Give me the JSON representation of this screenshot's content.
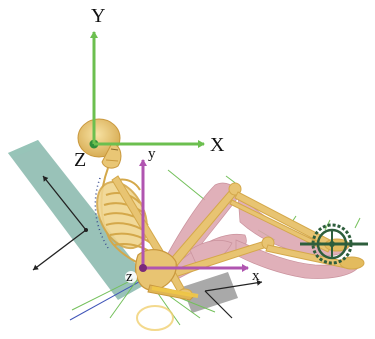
{
  "global_frame": {
    "x_label": "X",
    "y_label": "Y",
    "z_label": "Z"
  },
  "pelvis_frame": {
    "x_label": "x",
    "y_label": "y",
    "z_label": "z"
  },
  "colors": {
    "global_axis": "#6cbf4f",
    "pelvis_axis": "#b055b0",
    "bone": "#e8c472",
    "muscle": "#dba3ad",
    "seat": "#7fb3a6",
    "pedal_gear": "#2e5e3c",
    "crank_block": "#9a9a9a"
  }
}
